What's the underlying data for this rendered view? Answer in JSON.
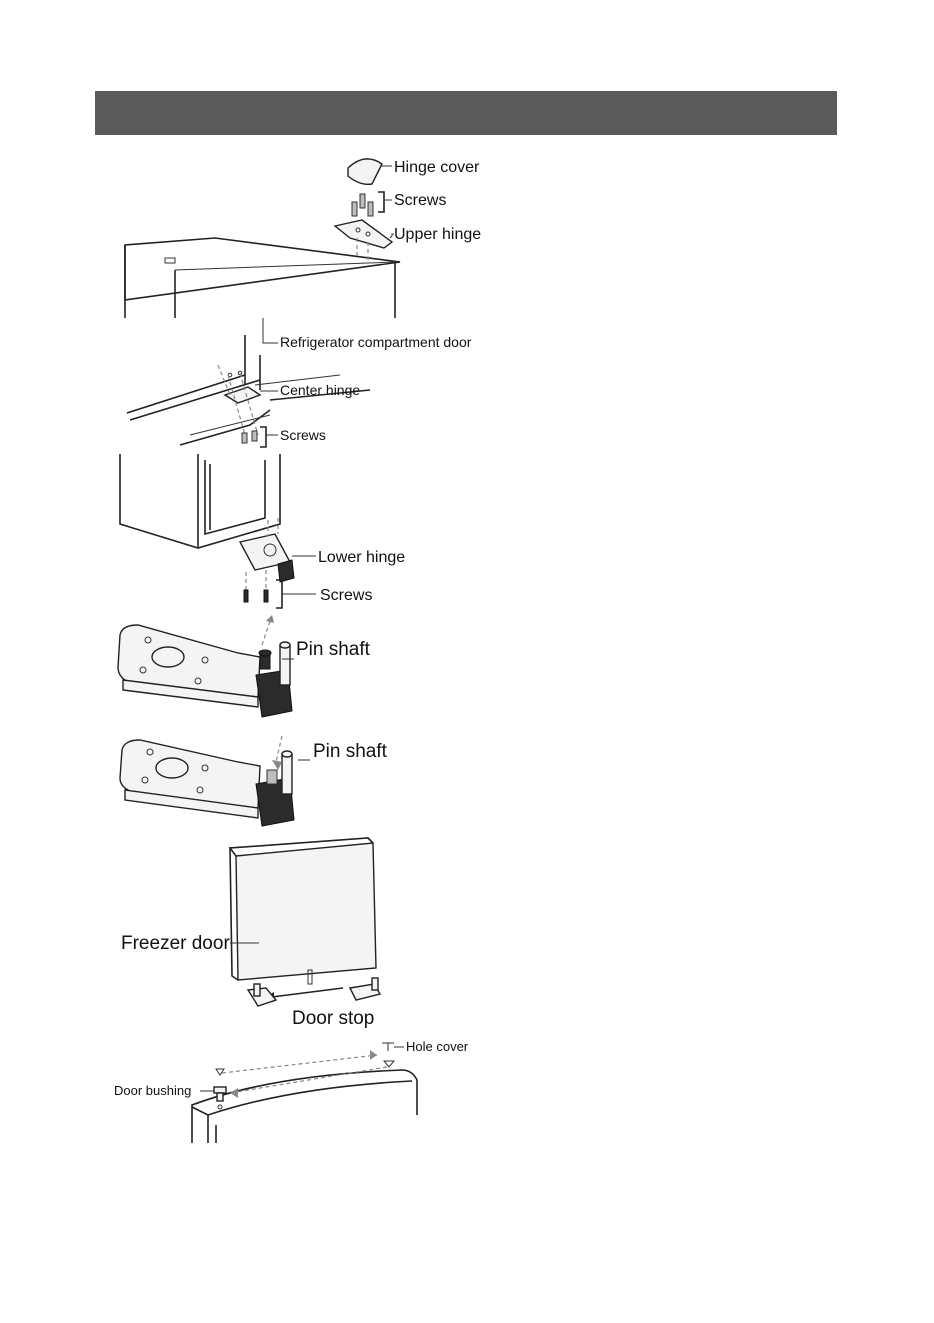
{
  "figures": {
    "upper_hinge": {
      "hinge_cover": "Hinge cover",
      "screws": "Screws",
      "upper_hinge": "Upper hinge"
    },
    "center_hinge": {
      "door": "Refrigerator compartment door",
      "center_hinge": "Center hinge",
      "screws": "Screws"
    },
    "lower_hinge": {
      "lower_hinge": "Lower hinge",
      "screws": "Screws"
    },
    "pin_remove": {
      "pin_shaft": "Pin shaft"
    },
    "pin_insert": {
      "pin_shaft": "Pin shaft"
    },
    "freezer": {
      "freezer_door": "Freezer door",
      "door_stop": "Door stop"
    },
    "top_cover": {
      "hole_cover": "Hole cover",
      "door_bushing": "Door bushing"
    }
  }
}
